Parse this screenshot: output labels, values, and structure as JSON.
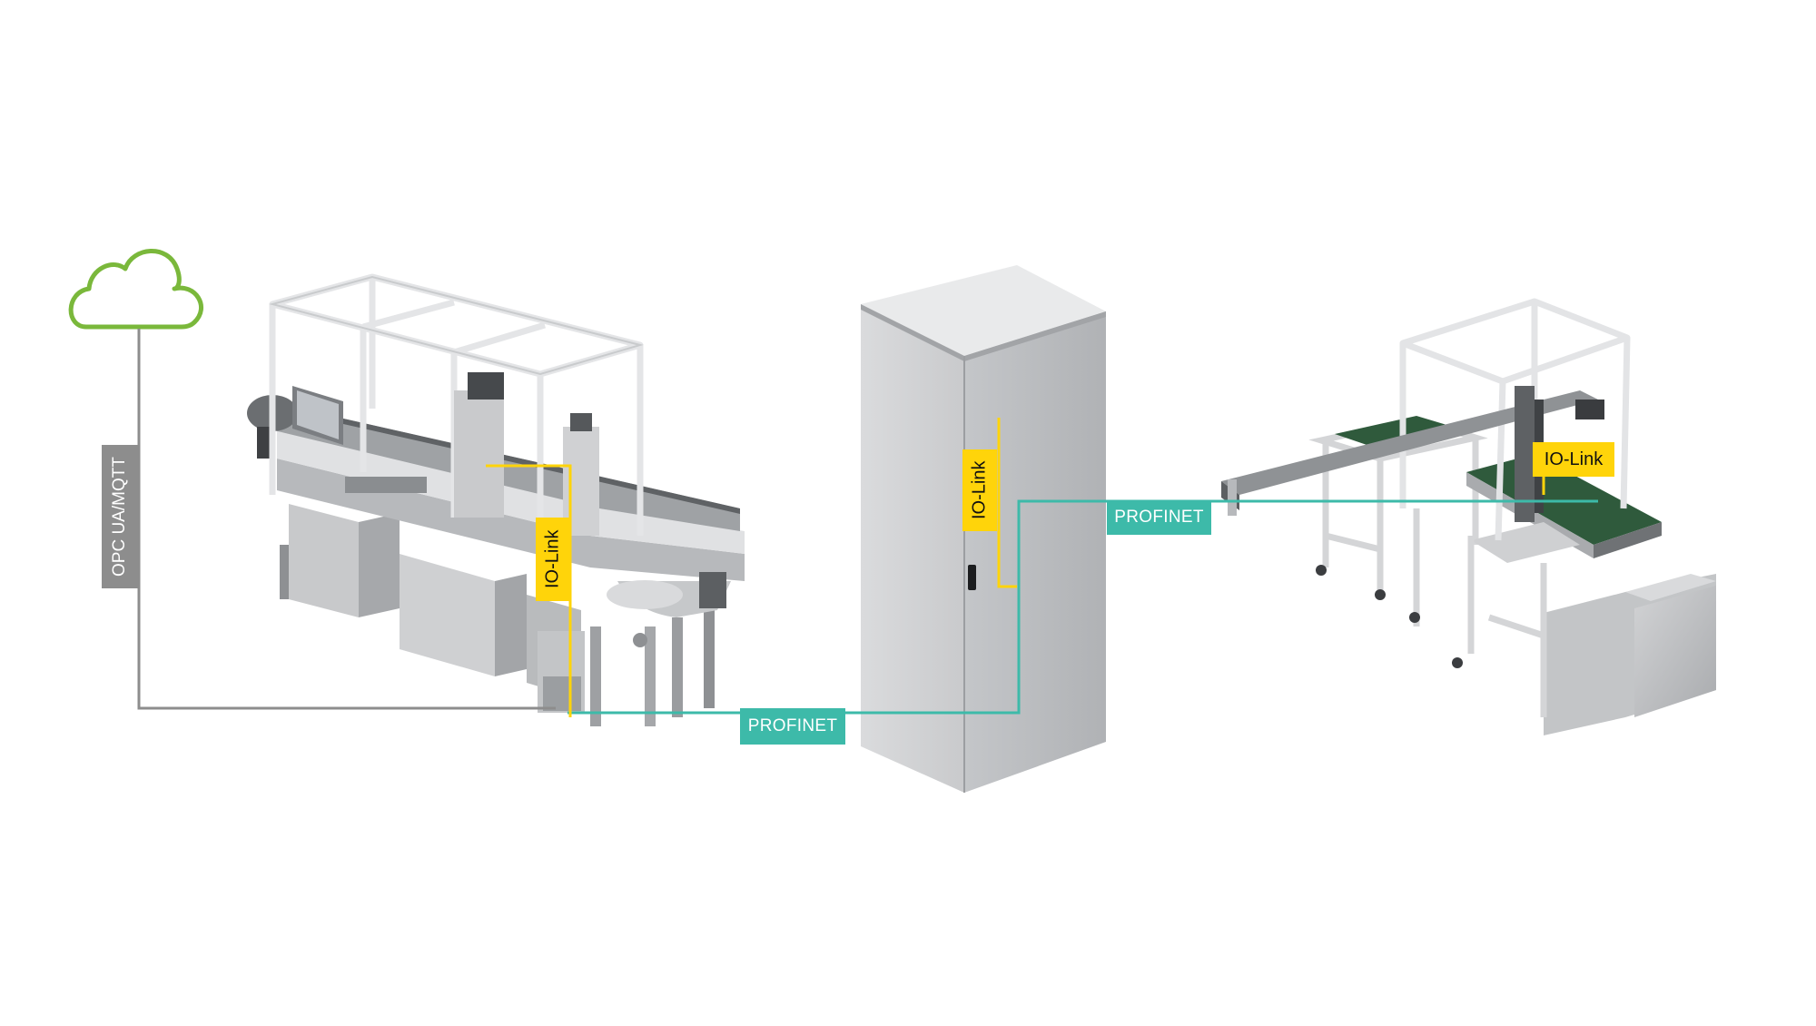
{
  "colors": {
    "cloud": "#7ab83b",
    "opc_line": "#8d8d8d",
    "profinet": "#3dbaa9",
    "io_link": "#ffd40a",
    "metal_light": "#d9dadc",
    "metal_mid": "#b4b6b9",
    "metal_dark": "#6f7275",
    "belt_green": "#2f5a3c",
    "glass_frame": "#e7e8ea"
  },
  "icons": {
    "cloud": "cloud-icon"
  },
  "labels": {
    "opc": "OPC UA/MQTT",
    "profinet_bottom": "PROFINET",
    "profinet_right": "PROFINET",
    "iolink_left": "IO-Link",
    "iolink_cabinet": "IO-Link",
    "iolink_right": "IO-Link"
  }
}
